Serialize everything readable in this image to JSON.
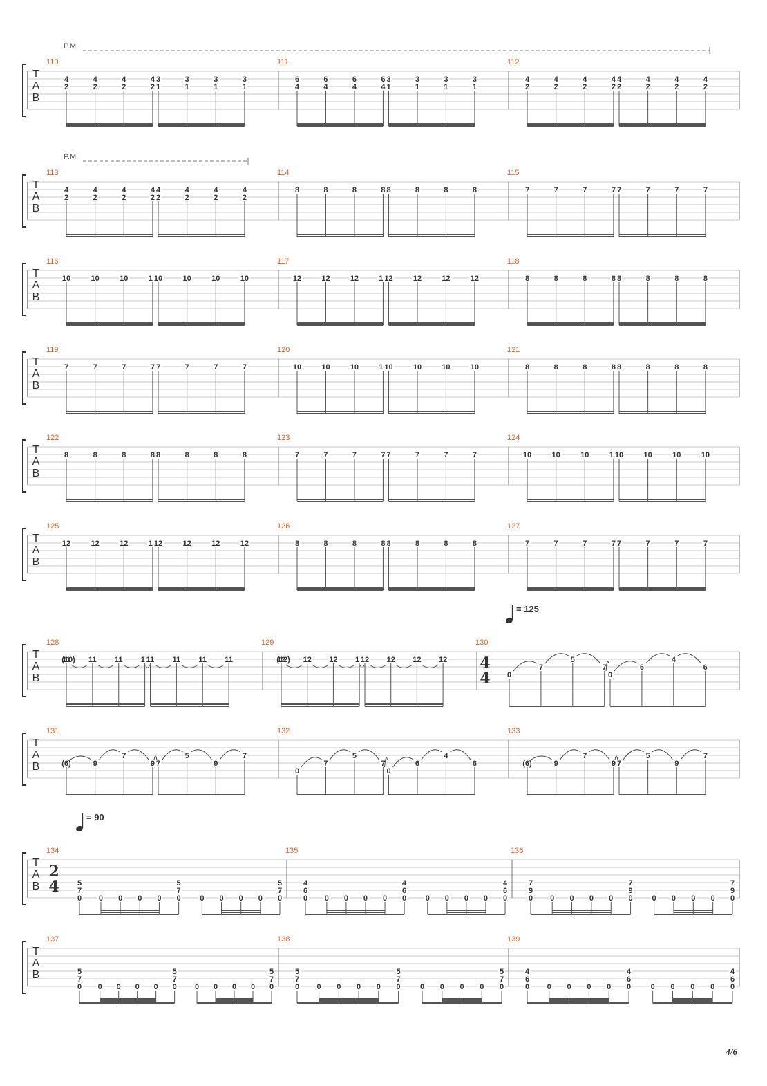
{
  "page": {
    "number_label": "4/6"
  },
  "colors": {
    "measure_number": "#e8622a",
    "staff_line": "#c8c8c8",
    "ink": "#333333"
  },
  "tab_clef": [
    "T",
    "A",
    "B"
  ],
  "systems": [
    {
      "pm": "P.M.",
      "measures": [
        {
          "num": "110",
          "beam": "16",
          "notes": [
            [
              "4",
              "2"
            ],
            [
              "4",
              "2"
            ],
            [
              "4",
              "2"
            ],
            [
              "4",
              "2"
            ],
            [
              "3",
              "1"
            ],
            [
              "3",
              "1"
            ],
            [
              "3",
              "1"
            ],
            [
              "3",
              "1"
            ]
          ]
        },
        {
          "num": "111",
          "beam": "16",
          "notes": [
            [
              "6",
              "4"
            ],
            [
              "6",
              "4"
            ],
            [
              "6",
              "4"
            ],
            [
              "6",
              "4"
            ],
            [
              "3",
              "1"
            ],
            [
              "3",
              "1"
            ],
            [
              "3",
              "1"
            ],
            [
              "3",
              "1"
            ]
          ]
        },
        {
          "num": "112",
          "beam": "16",
          "notes": [
            [
              "4",
              "2"
            ],
            [
              "4",
              "2"
            ],
            [
              "4",
              "2"
            ],
            [
              "4",
              "2"
            ],
            [
              "4",
              "2"
            ],
            [
              "4",
              "2"
            ],
            [
              "4",
              "2"
            ],
            [
              "4",
              "2"
            ]
          ]
        }
      ]
    },
    {
      "pm": "P.M.",
      "measures": [
        {
          "num": "113",
          "beam": "16",
          "notes": [
            [
              "4",
              "2"
            ],
            [
              "4",
              "2"
            ],
            [
              "4",
              "2"
            ],
            [
              "4",
              "2"
            ],
            [
              "4",
              "2"
            ],
            [
              "4",
              "2"
            ],
            [
              "4",
              "2"
            ],
            [
              "4",
              "2"
            ]
          ]
        },
        {
          "num": "114",
          "beam": "16",
          "notes": [
            [
              "8"
            ],
            [
              "8"
            ],
            [
              "8"
            ],
            [
              "8"
            ],
            [
              "8"
            ],
            [
              "8"
            ],
            [
              "8"
            ],
            [
              "8"
            ]
          ]
        },
        {
          "num": "115",
          "beam": "16",
          "notes": [
            [
              "7"
            ],
            [
              "7"
            ],
            [
              "7"
            ],
            [
              "7"
            ],
            [
              "7"
            ],
            [
              "7"
            ],
            [
              "7"
            ],
            [
              "7"
            ]
          ]
        }
      ]
    },
    {
      "measures": [
        {
          "num": "116",
          "beam": "16",
          "notes": [
            [
              "10"
            ],
            [
              "10"
            ],
            [
              "10"
            ],
            [
              "10"
            ],
            [
              "10"
            ],
            [
              "10"
            ],
            [
              "10"
            ],
            [
              "10"
            ]
          ]
        },
        {
          "num": "117",
          "beam": "16",
          "notes": [
            [
              "12"
            ],
            [
              "12"
            ],
            [
              "12"
            ],
            [
              "12"
            ],
            [
              "12"
            ],
            [
              "12"
            ],
            [
              "12"
            ],
            [
              "12"
            ]
          ]
        },
        {
          "num": "118",
          "beam": "16",
          "notes": [
            [
              "8"
            ],
            [
              "8"
            ],
            [
              "8"
            ],
            [
              "8"
            ],
            [
              "8"
            ],
            [
              "8"
            ],
            [
              "8"
            ],
            [
              "8"
            ]
          ]
        }
      ]
    },
    {
      "measures": [
        {
          "num": "119",
          "beam": "16",
          "notes": [
            [
              "7"
            ],
            [
              "7"
            ],
            [
              "7"
            ],
            [
              "7"
            ],
            [
              "7"
            ],
            [
              "7"
            ],
            [
              "7"
            ],
            [
              "7"
            ]
          ]
        },
        {
          "num": "120",
          "beam": "16",
          "notes": [
            [
              "10"
            ],
            [
              "10"
            ],
            [
              "10"
            ],
            [
              "10"
            ],
            [
              "10"
            ],
            [
              "10"
            ],
            [
              "10"
            ],
            [
              "10"
            ]
          ]
        },
        {
          "num": "121",
          "beam": "16",
          "notes": [
            [
              "8"
            ],
            [
              "8"
            ],
            [
              "8"
            ],
            [
              "8"
            ],
            [
              "8"
            ],
            [
              "8"
            ],
            [
              "8"
            ],
            [
              "8"
            ]
          ]
        }
      ]
    },
    {
      "measures": [
        {
          "num": "122",
          "beam": "16",
          "notes": [
            [
              "8"
            ],
            [
              "8"
            ],
            [
              "8"
            ],
            [
              "8"
            ],
            [
              "8"
            ],
            [
              "8"
            ],
            [
              "8"
            ],
            [
              "8"
            ]
          ]
        },
        {
          "num": "123",
          "beam": "16",
          "notes": [
            [
              "7"
            ],
            [
              "7"
            ],
            [
              "7"
            ],
            [
              "7"
            ],
            [
              "7"
            ],
            [
              "7"
            ],
            [
              "7"
            ],
            [
              "7"
            ]
          ]
        },
        {
          "num": "124",
          "beam": "16",
          "notes": [
            [
              "10"
            ],
            [
              "10"
            ],
            [
              "10"
            ],
            [
              "10"
            ],
            [
              "10"
            ],
            [
              "10"
            ],
            [
              "10"
            ],
            [
              "10"
            ]
          ]
        }
      ]
    },
    {
      "measures": [
        {
          "num": "125",
          "beam": "16",
          "notes": [
            [
              "12"
            ],
            [
              "12"
            ],
            [
              "12"
            ],
            [
              "12"
            ],
            [
              "12"
            ],
            [
              "12"
            ],
            [
              "12"
            ],
            [
              "12"
            ]
          ]
        },
        {
          "num": "126",
          "beam": "16",
          "notes": [
            [
              "8"
            ],
            [
              "8"
            ],
            [
              "8"
            ],
            [
              "8"
            ],
            [
              "8"
            ],
            [
              "8"
            ],
            [
              "8"
            ],
            [
              "8"
            ]
          ]
        },
        {
          "num": "127",
          "beam": "16",
          "notes": [
            [
              "7"
            ],
            [
              "7"
            ],
            [
              "7"
            ],
            [
              "7"
            ],
            [
              "7"
            ],
            [
              "7"
            ],
            [
              "7"
            ],
            [
              "7"
            ]
          ]
        }
      ]
    },
    {
      "measures": [
        {
          "num": "128",
          "beam": "16",
          "bendsrc": "(10)",
          "ties": true,
          "notes": [
            [
              "11"
            ],
            [
              "11"
            ],
            [
              "11"
            ],
            [
              "11"
            ],
            [
              "11"
            ],
            [
              "11"
            ],
            [
              "11"
            ],
            [
              "11"
            ]
          ]
        },
        {
          "num": "129",
          "beam": "16",
          "bendsrc": "(12)",
          "ties": true,
          "notes": [
            [
              "12"
            ],
            [
              "12"
            ],
            [
              "12"
            ],
            [
              "12"
            ],
            [
              "12"
            ],
            [
              "12"
            ],
            [
              "12"
            ],
            [
              "12"
            ]
          ]
        },
        {
          "num": "130",
          "beam": "8",
          "timesig": [
            "4",
            "4"
          ],
          "tempo": "= 125",
          "notes": [
            {
              "s": 4,
              "f": "0"
            },
            {
              "s": 3,
              "f": "7"
            },
            {
              "s": 2,
              "f": "5"
            },
            {
              "s": 3,
              "f": "7"
            },
            {
              "s": 4,
              "f": "0"
            },
            {
              "s": 3,
              "f": "6"
            },
            {
              "s": 2,
              "f": "4"
            },
            {
              "s": 3,
              "f": "6"
            }
          ]
        }
      ]
    },
    {
      "measures": [
        {
          "num": "131",
          "beam": "8",
          "notes": [
            {
              "s": 4,
              "f": "(6)"
            },
            {
              "s": 4,
              "f": "9"
            },
            {
              "s": 3,
              "f": "7"
            },
            {
              "s": 4,
              "f": "9"
            },
            {
              "s": 4,
              "f": "7"
            },
            {
              "s": 3,
              "f": "5"
            },
            {
              "s": 4,
              "f": "9"
            },
            {
              "s": 3,
              "f": "7"
            }
          ]
        },
        {
          "num": "132",
          "beam": "8",
          "notes": [
            {
              "s": 5,
              "f": "0"
            },
            {
              "s": 4,
              "f": "7"
            },
            {
              "s": 3,
              "f": "5"
            },
            {
              "s": 4,
              "f": "7"
            },
            {
              "s": 5,
              "f": "0"
            },
            {
              "s": 4,
              "f": "6"
            },
            {
              "s": 3,
              "f": "4"
            },
            {
              "s": 4,
              "f": "6"
            }
          ]
        },
        {
          "num": "133",
          "beam": "8",
          "notes": [
            {
              "s": 4,
              "f": "(6)"
            },
            {
              "s": 4,
              "f": "9"
            },
            {
              "s": 3,
              "f": "7"
            },
            {
              "s": 4,
              "f": "9"
            },
            {
              "s": 4,
              "f": "7"
            },
            {
              "s": 3,
              "f": "5"
            },
            {
              "s": 4,
              "f": "9"
            },
            {
              "s": 3,
              "f": "7"
            }
          ]
        }
      ]
    },
    {
      "measures": [
        {
          "num": "134",
          "beam": "mix",
          "timesig": [
            "2",
            "4"
          ],
          "tempo": "= 90",
          "chord": [
            "5",
            "7",
            "0"
          ]
        },
        {
          "num": "135",
          "beam": "mix",
          "chord": [
            "4",
            "6",
            "0"
          ]
        },
        {
          "num": "136",
          "beam": "mix",
          "chord": [
            "7",
            "9",
            "0"
          ]
        }
      ]
    },
    {
      "measures": [
        {
          "num": "137",
          "beam": "mix",
          "chord": [
            "5",
            "7",
            "0"
          ]
        },
        {
          "num": "138",
          "beam": "mix",
          "chord": [
            "5",
            "7",
            "0"
          ]
        },
        {
          "num": "139",
          "beam": "mix",
          "chord": [
            "4",
            "6",
            "0"
          ]
        }
      ]
    }
  ]
}
